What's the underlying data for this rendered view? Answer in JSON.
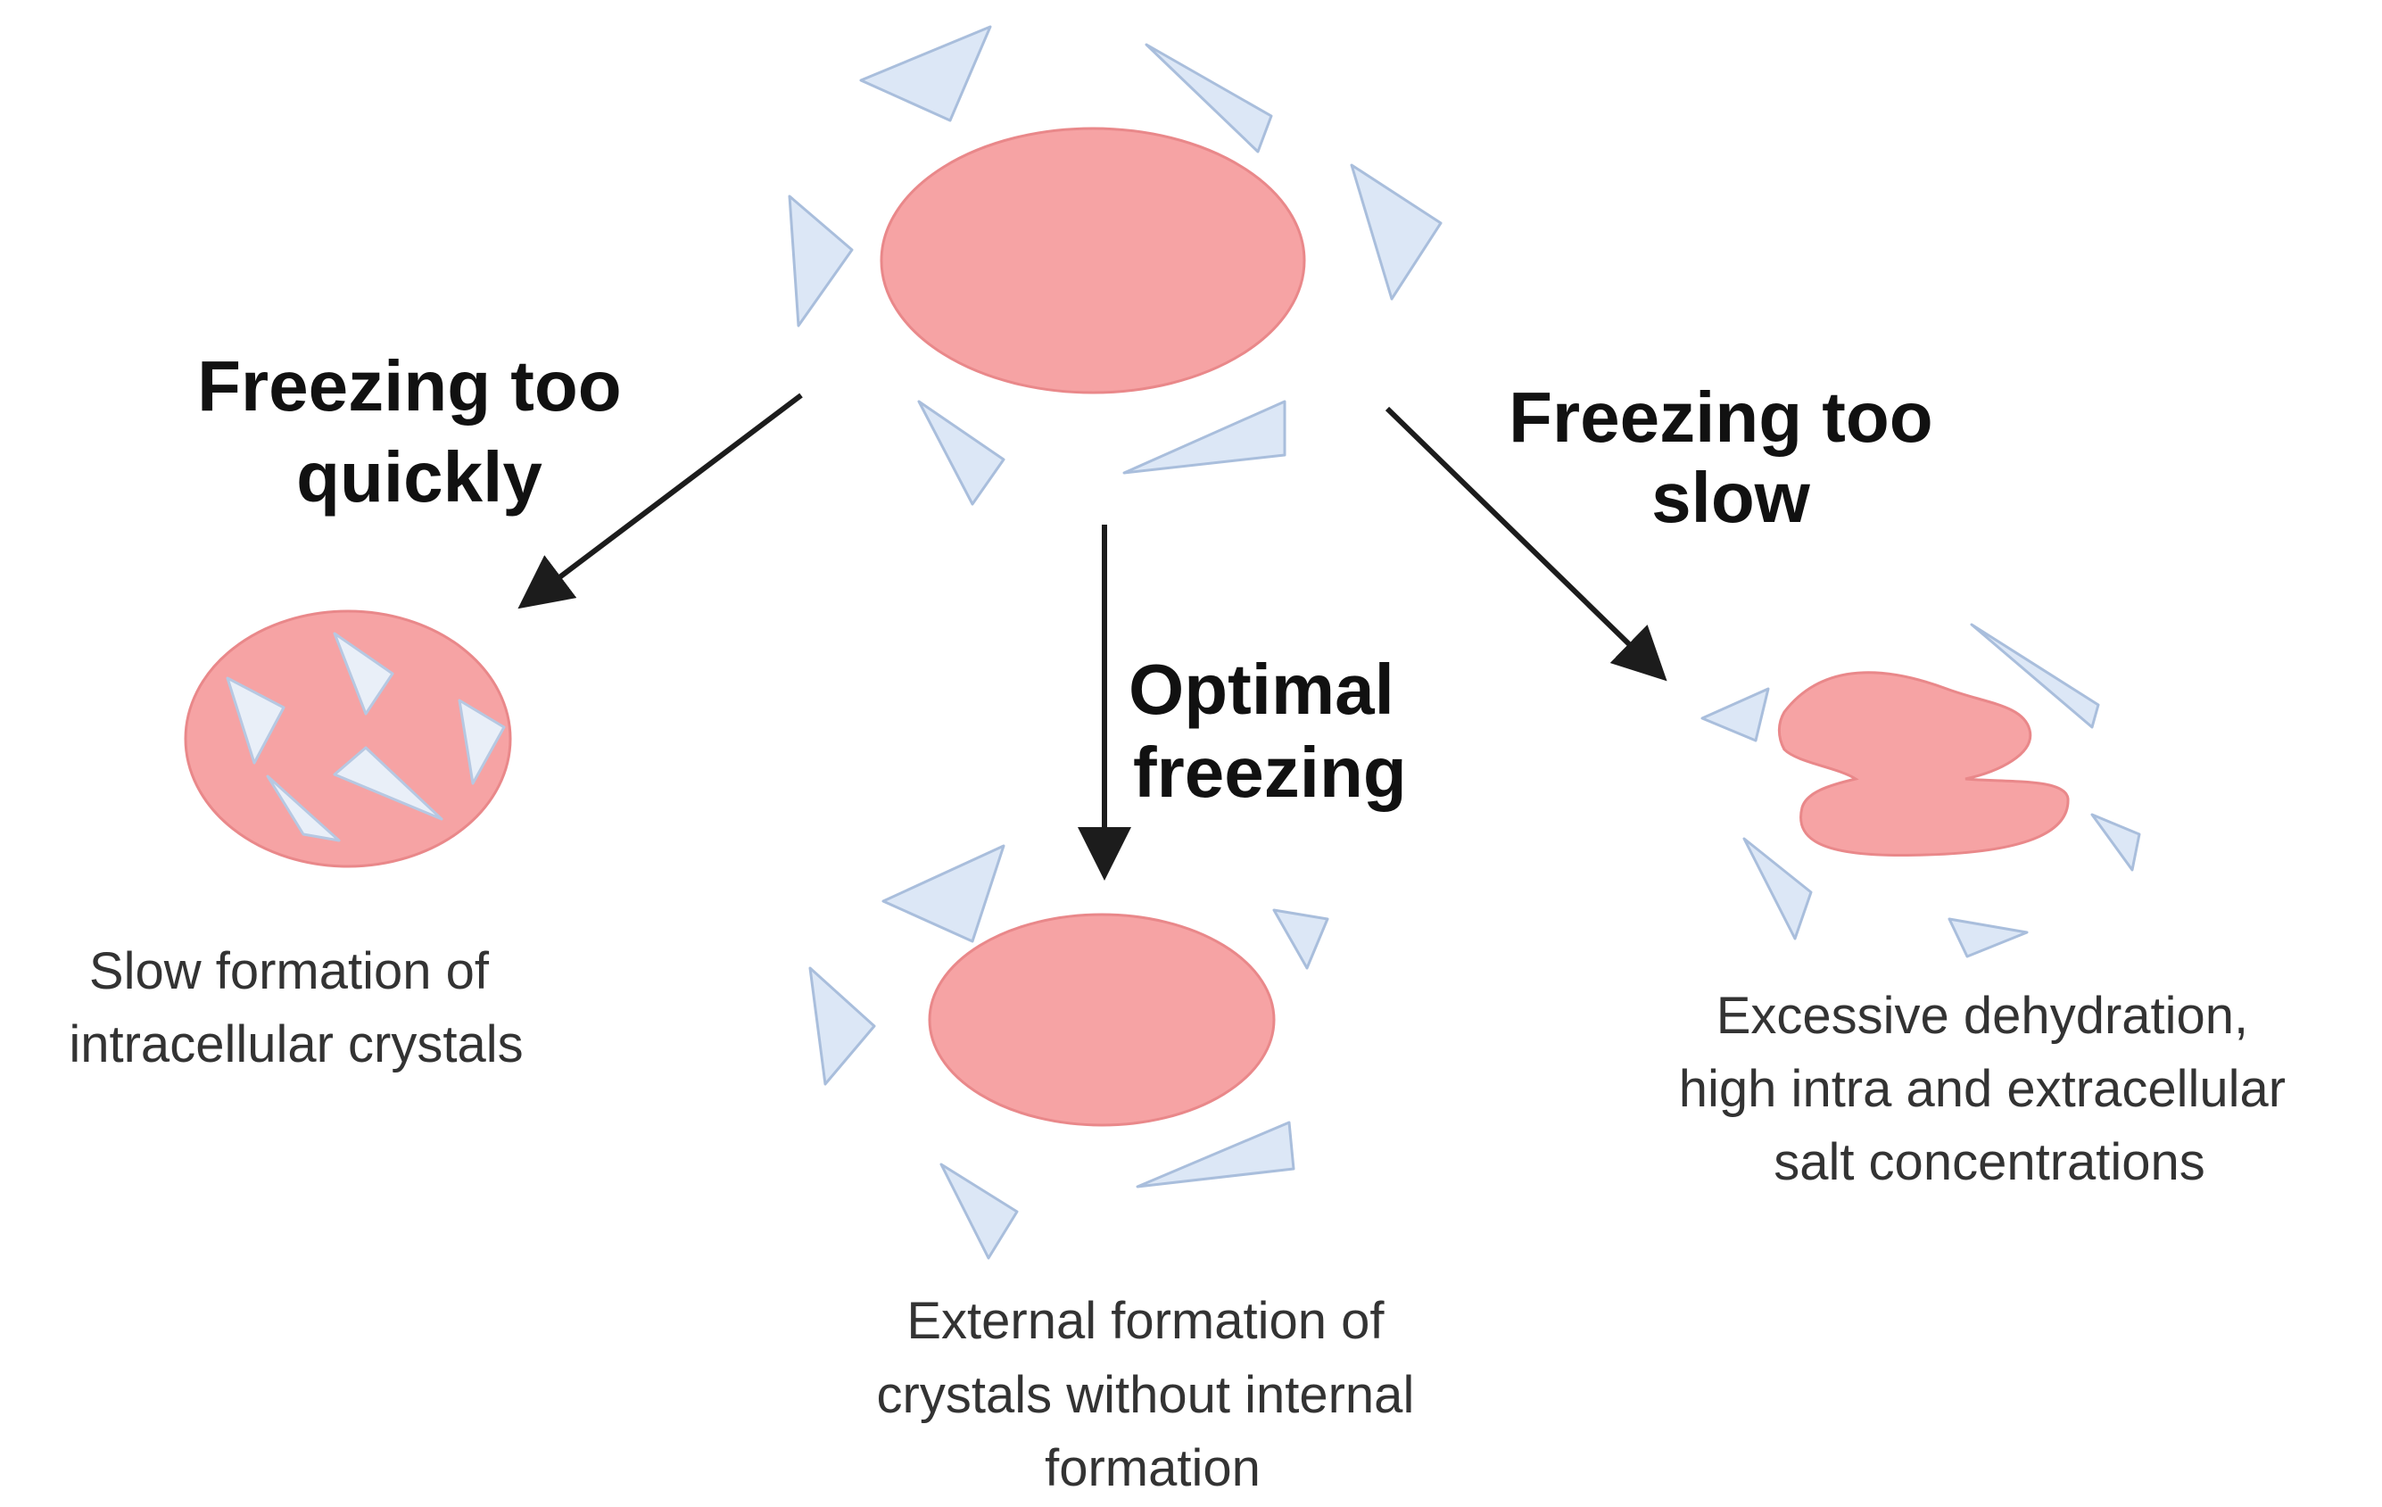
{
  "branches": {
    "fast": {
      "label": [
        "Freezing too",
        "quickly"
      ],
      "caption": [
        "Slow formation of",
        "intracellular crystals"
      ]
    },
    "optimal": {
      "label": [
        "Optimal",
        "freezing"
      ],
      "caption": [
        "External formation of",
        "crystals without internal",
        "formation"
      ]
    },
    "slow": {
      "label": [
        "Freezing too",
        "slow"
      ],
      "caption": [
        "Excessive dehydration,",
        "high intra and extracellular",
        "salt concentrations"
      ]
    }
  },
  "colors": {
    "cell": "#f6a3a4",
    "cell_stroke": "#e9888a",
    "crystal": "#dce7f6",
    "crystal_stroke": "#a9bedc",
    "arrow": "#1c1c1c"
  }
}
